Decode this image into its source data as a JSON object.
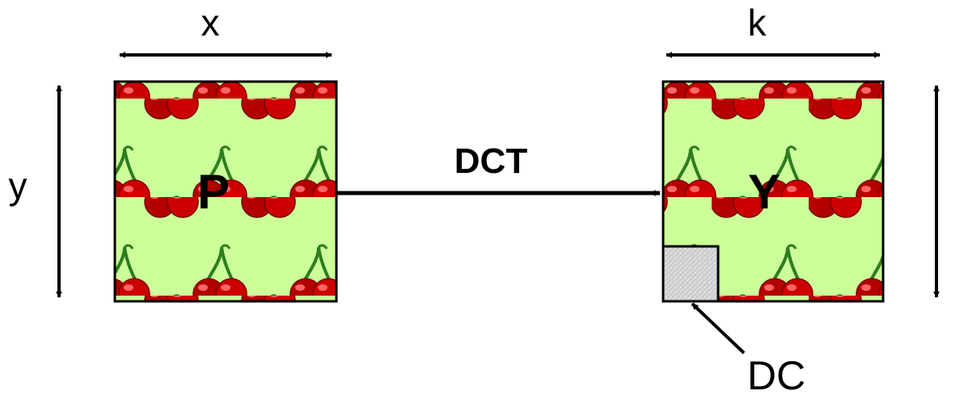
{
  "labels": {
    "x_axis": "x",
    "y_axis": "y",
    "k_axis": "k",
    "left_block": "P",
    "right_block": "Y",
    "transform": "DCT",
    "dc": "DC"
  },
  "colors": {
    "block_background": "#ccff99",
    "cherry_red": "#cc0000",
    "cherry_highlight": "#ff6666",
    "stem_green": "#2e7d1f",
    "dc_square": "#d8d8d8",
    "ink": "#000000"
  },
  "icons": {
    "tile": "cherry-icon",
    "arrows": "double-arrow-icon"
  }
}
